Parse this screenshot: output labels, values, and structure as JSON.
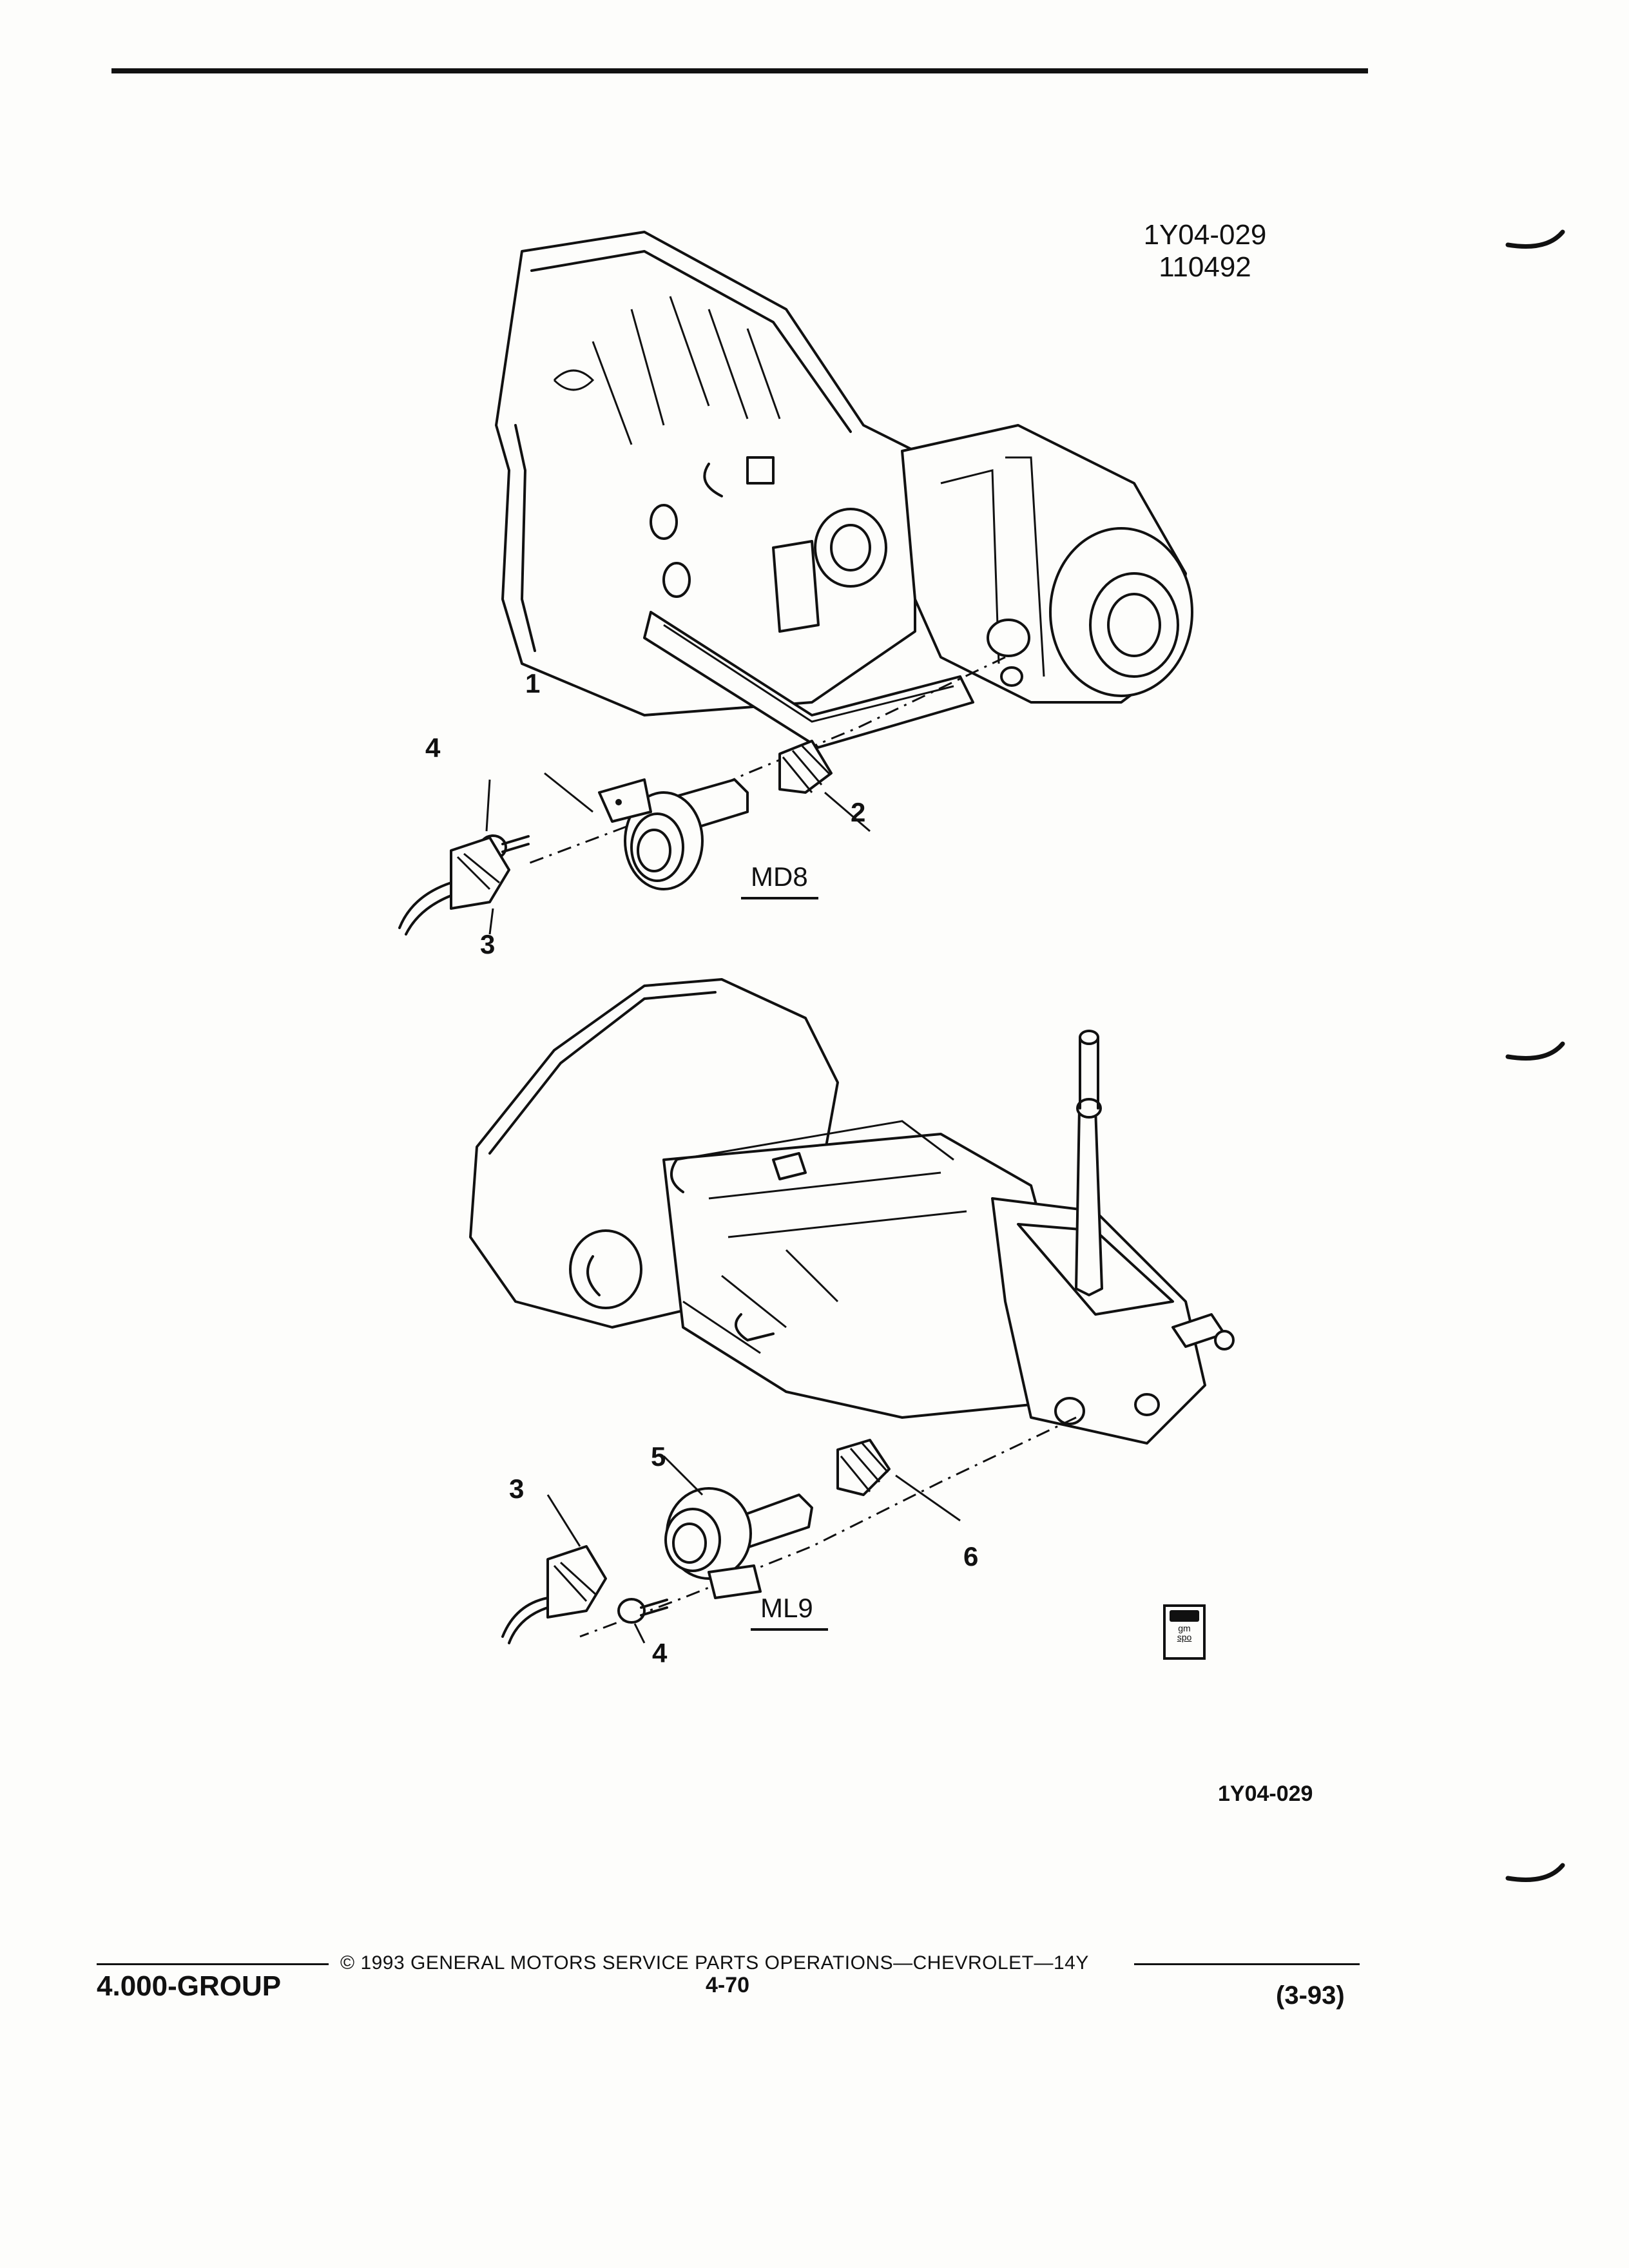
{
  "header": {
    "figure_id": "1Y04-029",
    "date_code": "110492"
  },
  "diagram_top": {
    "variant": "MD8",
    "callouts": [
      "1",
      "2",
      "3",
      "4"
    ]
  },
  "diagram_bottom": {
    "variant": "ML9",
    "callouts": [
      "3",
      "4",
      "5",
      "6"
    ]
  },
  "logo": {
    "text_top": "gm",
    "text_bottom": "spo"
  },
  "figure_code_bottom": "1Y04-029",
  "footer": {
    "copyright": "© 1993 GENERAL MOTORS SERVICE PARTS OPERATIONS—CHEVROLET—14Y",
    "group": "4.000-GROUP",
    "page": "4-70",
    "revision": "(3-93)"
  }
}
